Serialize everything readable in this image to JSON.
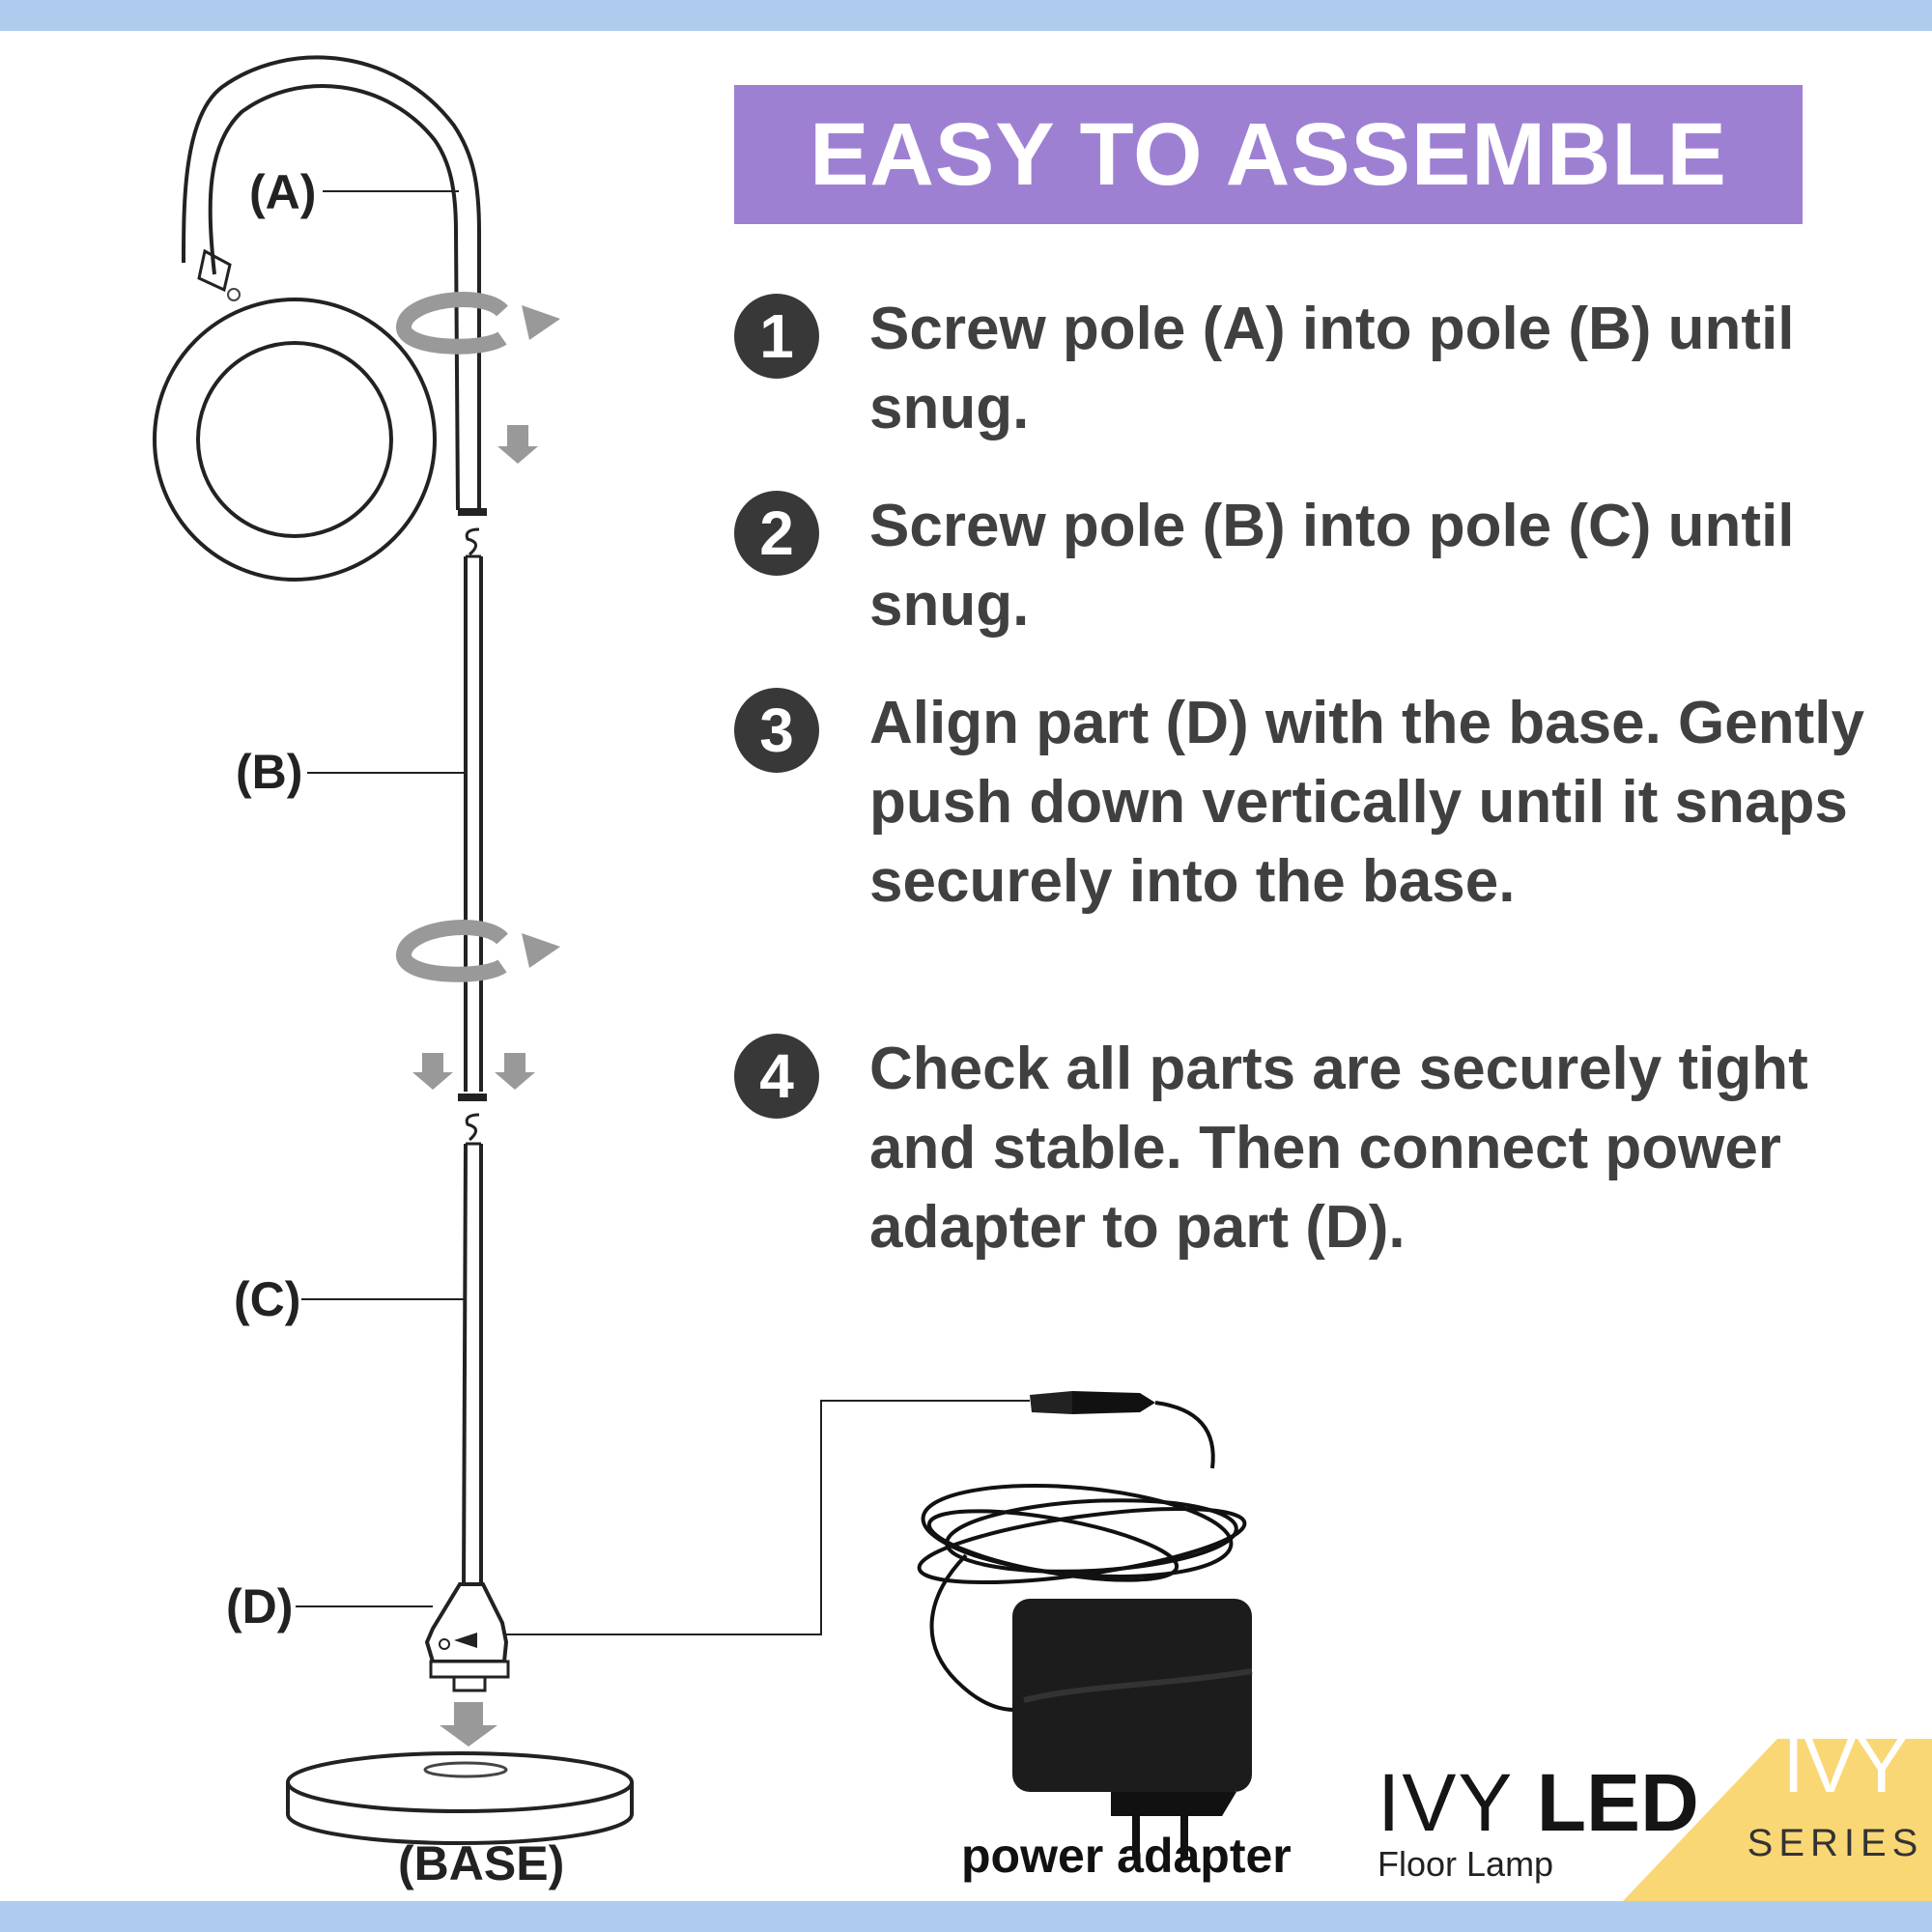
{
  "title": "EASY TO ASSEMBLE",
  "steps": [
    {
      "number": "1",
      "text": "Screw pole (A) into pole (B) until snug."
    },
    {
      "number": "2",
      "text": "Screw pole (B) into pole (C) until snug."
    },
    {
      "number": "3",
      "text": "Align part (D) with the base. Gently push down vertically until it snaps securely into the base."
    },
    {
      "number": "4",
      "text": "Check all parts are securely tight and stable. Then connect power adapter to part (D)."
    }
  ],
  "parts": {
    "a": "(A)",
    "b": "(B)",
    "c": "(C)",
    "d": "(D)",
    "base": "(BASE)"
  },
  "power_adapter_label": "power adapter",
  "logo": {
    "brand_thin": "IVY",
    "brand_bold": "LED",
    "subtitle": "Floor Lamp"
  },
  "corner_badge": {
    "top": "IVY",
    "bottom": "SERIES"
  },
  "colors": {
    "accent_purple": "#9e80d3",
    "frame_blue": "#aecdee",
    "badge_yellow": "#f9d775",
    "number_circle": "#383838",
    "text": "#404040"
  }
}
